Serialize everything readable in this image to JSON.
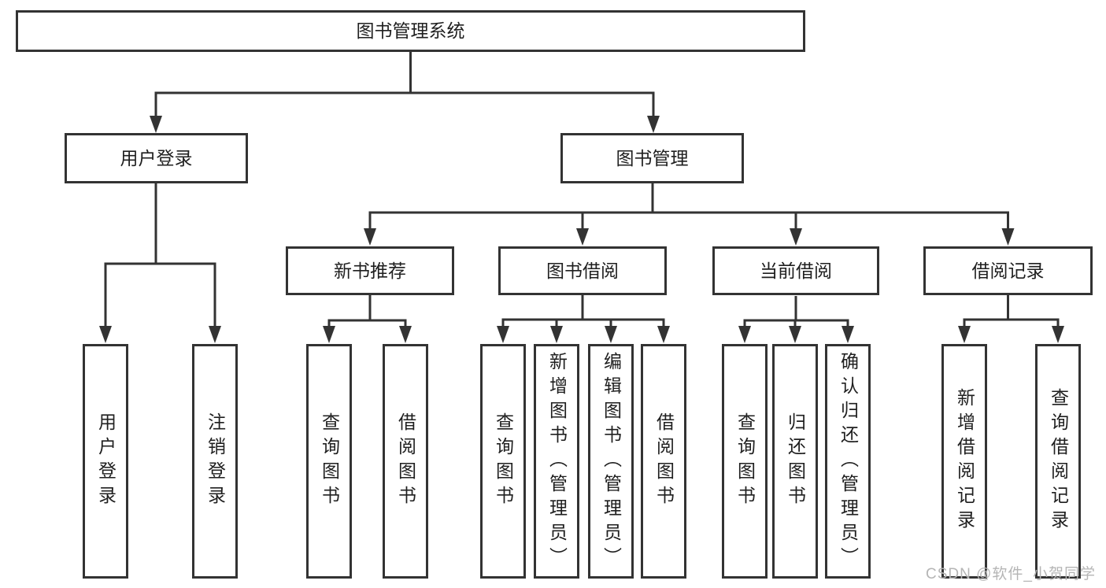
{
  "tree": {
    "label": "图书管理系统",
    "children": [
      {
        "label": "用户登录",
        "children": [
          {
            "label": "用户登录"
          },
          {
            "label": "注销登录"
          }
        ]
      },
      {
        "label": "图书管理",
        "children": [
          {
            "label": "新书推荐",
            "children": [
              {
                "label": "查询图书"
              },
              {
                "label": "借阅图书"
              }
            ]
          },
          {
            "label": "图书借阅",
            "children": [
              {
                "label": "查询图书"
              },
              {
                "label": "新增图书（管理员）"
              },
              {
                "label": "编辑图书（管理员）"
              },
              {
                "label": "借阅图书"
              }
            ]
          },
          {
            "label": "当前借阅",
            "children": [
              {
                "label": "查询图书"
              },
              {
                "label": "归还图书"
              },
              {
                "label": "确认归还（管理员）"
              }
            ]
          },
          {
            "label": "借阅记录",
            "children": [
              {
                "label": "新增借阅记录"
              },
              {
                "label": "查询借阅记录"
              }
            ]
          }
        ]
      }
    ]
  },
  "watermark": "CSDN @软件_小贺同学",
  "colors": {
    "line": "#333333",
    "text": "#1f1f1f",
    "watermark": "#b5b5b5",
    "background": "#ffffff"
  }
}
